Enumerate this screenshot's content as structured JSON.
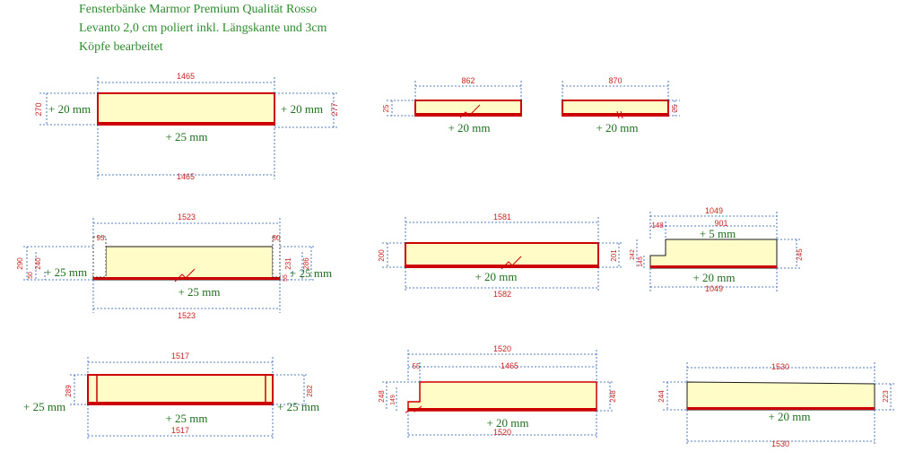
{
  "title_lines": [
    "Fensterbänke Marmor Premium Qualität Rosso",
    "Levanto 2,0 cm poliert inkl. Längskante und 3cm",
    "Köpfe bearbeitet"
  ],
  "colors": {
    "slab_fill": "#fffcc8",
    "slab_outline": "#cc0000",
    "dimension_line": "#2255aa",
    "dimension_text": "#cc2222",
    "addition_text": "#1e6e1e",
    "title_text": "#2e8b2e"
  },
  "slabs": [
    {
      "id": "slab-1",
      "top": "1465",
      "bottom": "1465",
      "left": "270",
      "right": "277",
      "add_left": "+ 20 mm",
      "add_right": "+ 20 mm",
      "add_bottom": "+ 25 mm"
    },
    {
      "id": "slab-2",
      "top": "862",
      "left": "25",
      "add_bottom": "+ 20 mm"
    },
    {
      "id": "slab-3",
      "top": "870",
      "right": "25",
      "add_bottom": "+ 20 mm"
    },
    {
      "id": "slab-4",
      "top": "1523",
      "bottom": "1523",
      "left_outer": "290",
      "left_inner": "240",
      "left_small": "50",
      "right_outer": "286",
      "right_inner": "231",
      "right_small": "55",
      "notch_left": "93",
      "notch_right": "30",
      "add_left": "+ 25 mm",
      "add_right": "+ 25 mm",
      "add_bottom": "+ 25 mm"
    },
    {
      "id": "slab-5",
      "top": "1581",
      "bottom": "1582",
      "left": "200",
      "right": "201",
      "add_bottom": "+ 20 mm"
    },
    {
      "id": "slab-6",
      "top": "1049",
      "bottom": "1049",
      "notch_width": "148",
      "inner_width": "901",
      "left_outer": "242",
      "left_inner": "145",
      "right": "245",
      "add_top": "+ 5 mm",
      "add_bottom": "+ 20 mm"
    },
    {
      "id": "slab-7",
      "top": "1517",
      "bottom": "1517",
      "left": "289",
      "right": "282",
      "add_left": "+ 25 mm",
      "add_right": "+ 25 mm",
      "add_bottom": "+ 25 mm"
    },
    {
      "id": "slab-8",
      "top": "1520",
      "inner_width": "1465",
      "bottom": "1520",
      "notch_width": "55",
      "left_outer": "248",
      "left_inner": "149",
      "right": "248",
      "add_bottom": "+ 20 mm"
    },
    {
      "id": "slab-9",
      "top": "1530",
      "bottom": "1530",
      "left": "244",
      "right": "223",
      "add_bottom": "+ 20 mm"
    }
  ]
}
